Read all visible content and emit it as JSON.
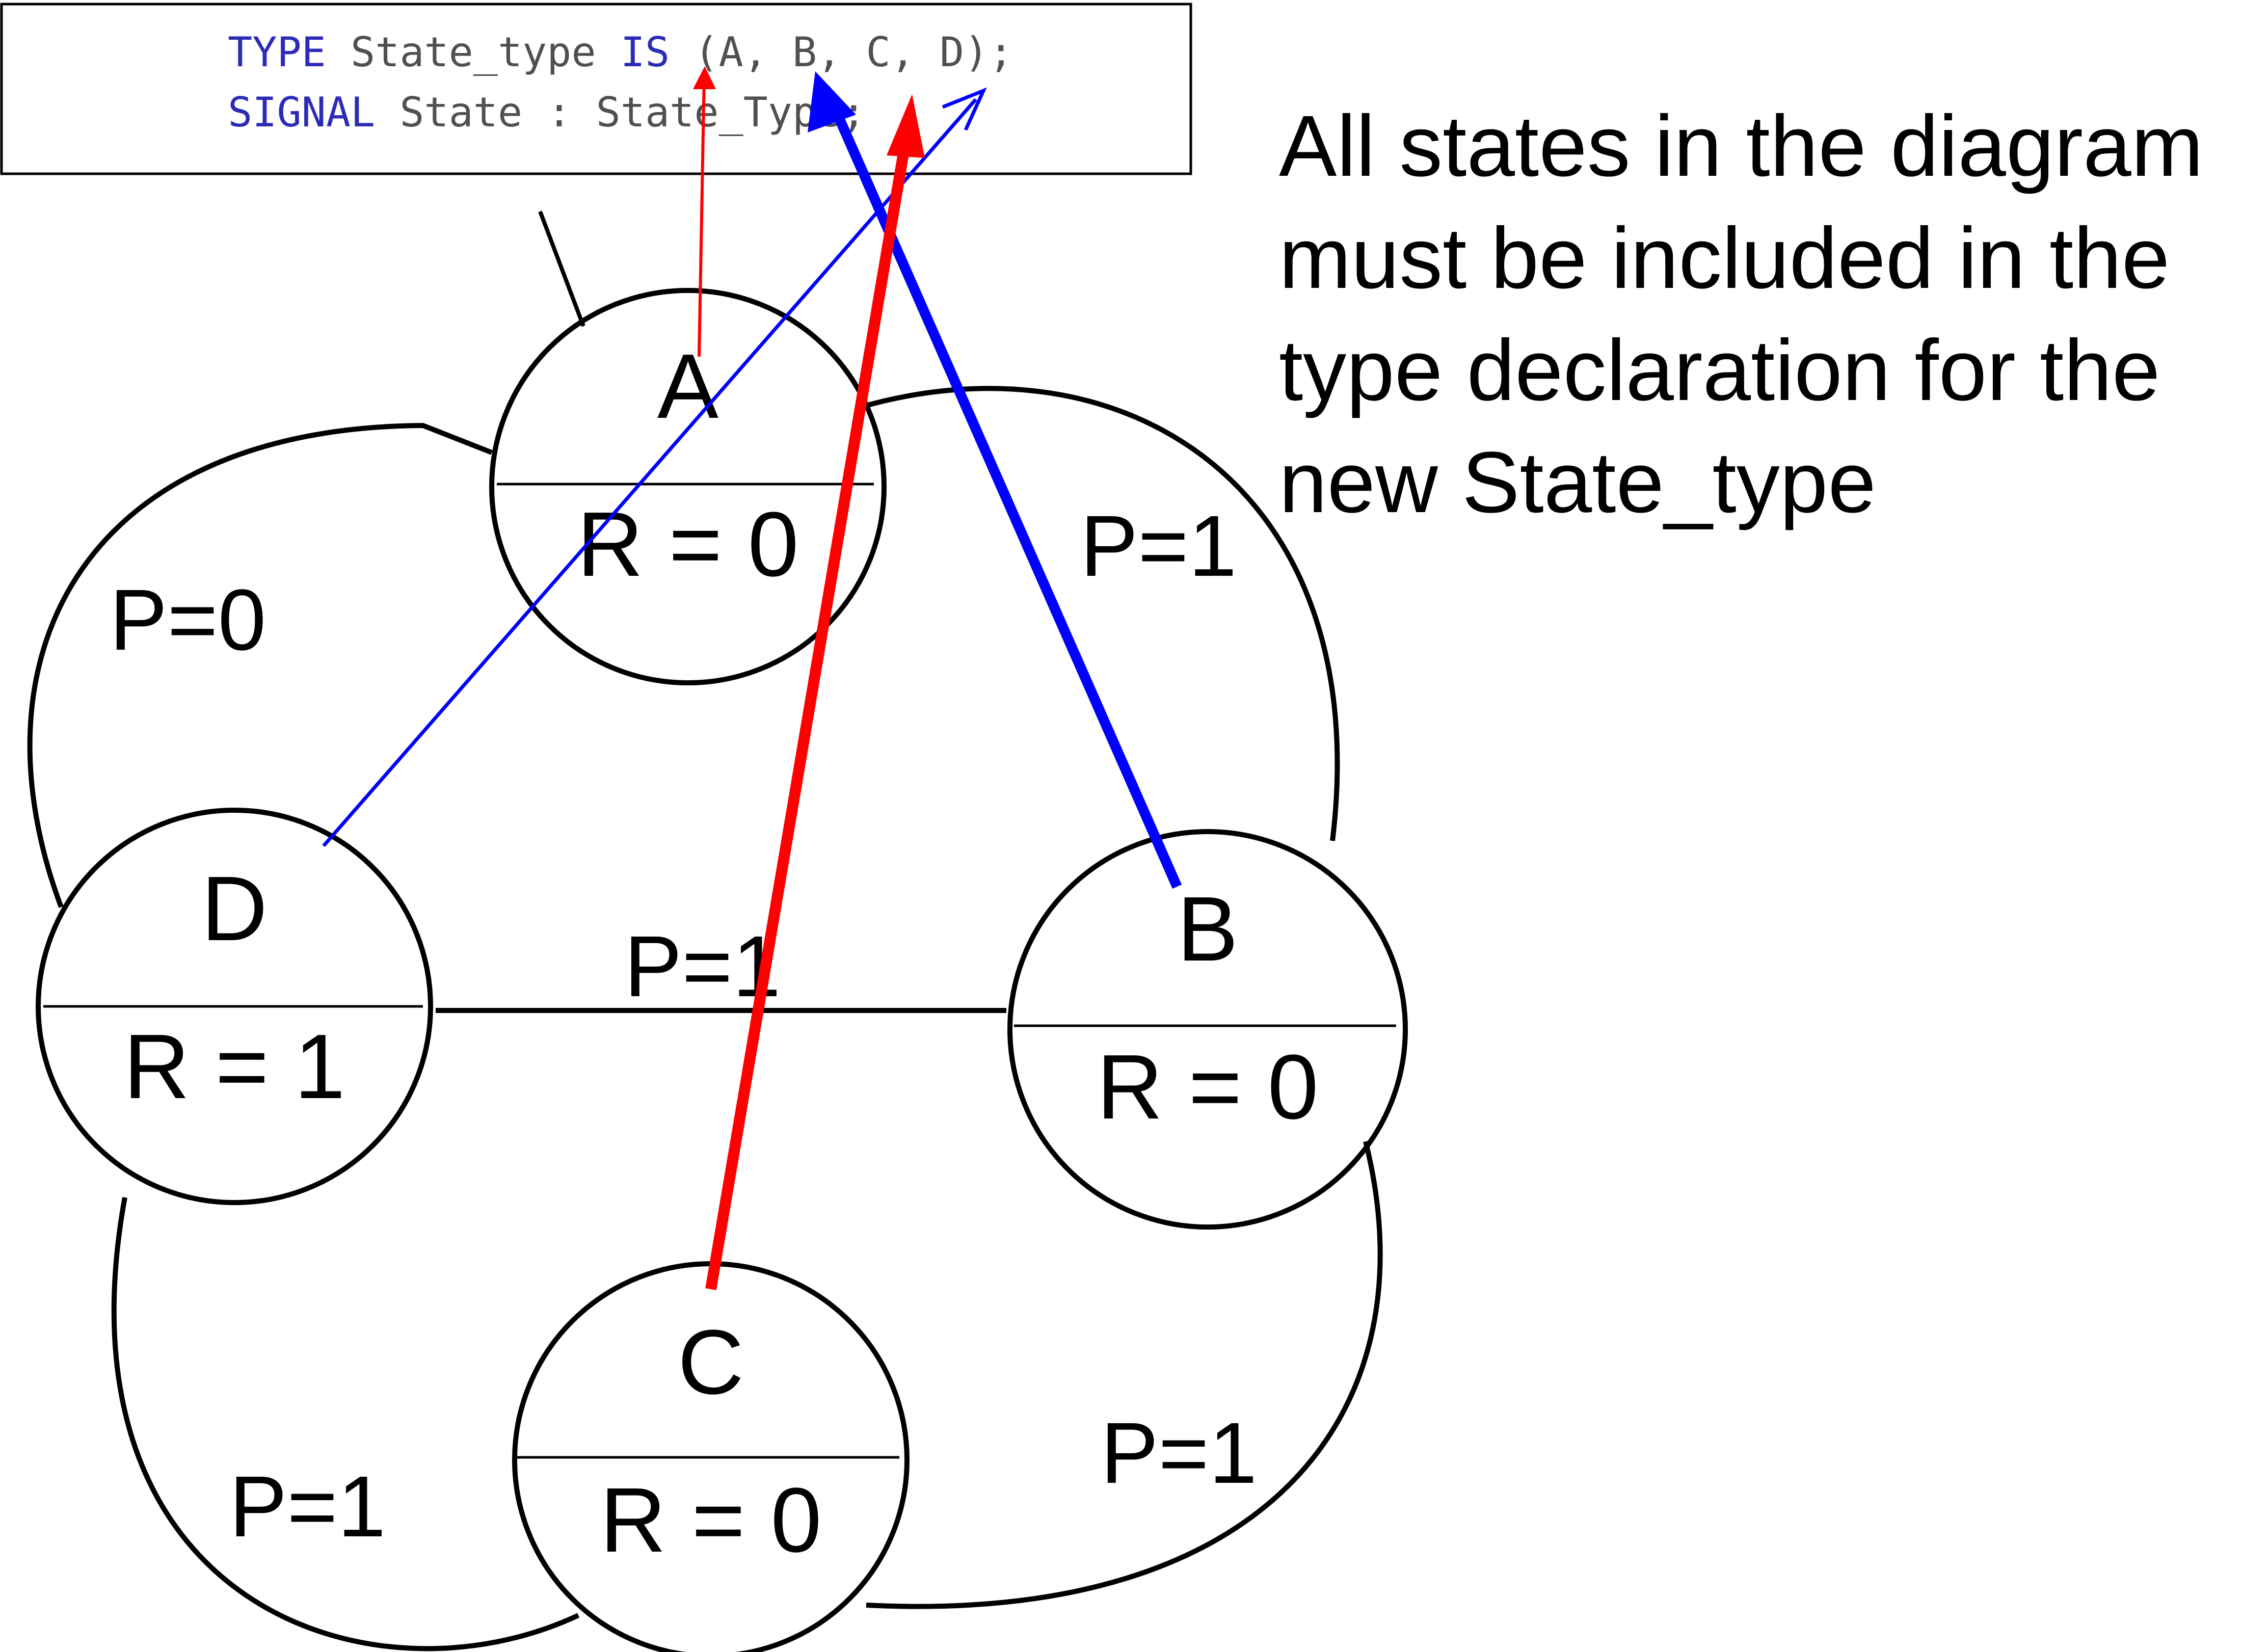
{
  "code": {
    "line1": {
      "keyword1": "TYPE",
      "name": "State_type",
      "keyword2": "IS",
      "open": "(",
      "A": "A",
      "B": "B",
      "C": "C",
      "D": "D",
      "close": ");"
    },
    "line2": {
      "keyword": "SIGNAL",
      "name": "State",
      "colon": ":",
      "type": "State_Type",
      "end": ";"
    },
    "colors": {
      "keyword": "#2b2bb8",
      "text": "#505050"
    }
  },
  "states": {
    "A": {
      "name": "A",
      "output": "R = 0"
    },
    "B": {
      "name": "B",
      "output": "R = 0"
    },
    "C": {
      "name": "C",
      "output": "R = 0"
    },
    "D": {
      "name": "D",
      "output": "R = 1"
    }
  },
  "transitions": {
    "D_to_A": "P=0",
    "A_to_B": "P=1",
    "D_to_B": "P=1",
    "B_to_C": "P=1",
    "C_to_D": "P=1"
  },
  "note": {
    "lines": [
      "All states in the diagram",
      "must be included in the",
      "type declaration for the",
      "new State_type"
    ]
  },
  "colors": {
    "red": "#ff0000",
    "blue": "#0000ff",
    "black": "#000000"
  }
}
